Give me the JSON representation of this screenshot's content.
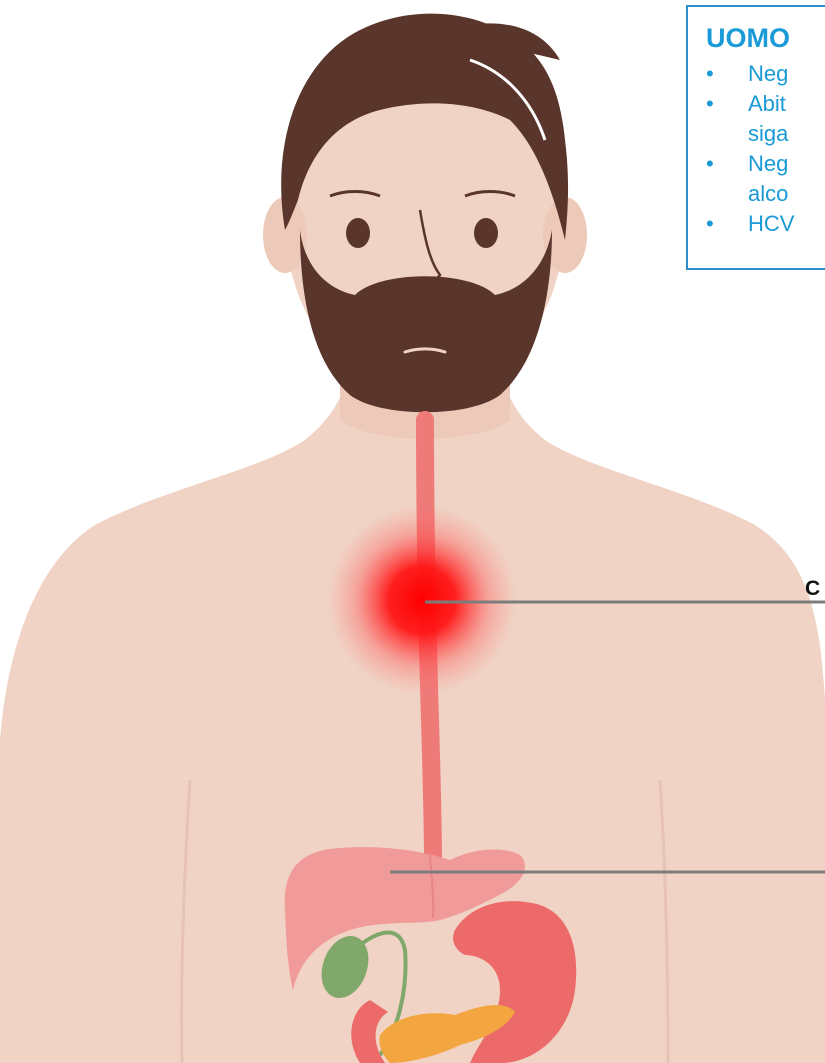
{
  "info_box": {
    "title": "UOMO",
    "items": [
      {
        "lines": [
          "Neg"
        ]
      },
      {
        "lines": [
          "Abit",
          "siga"
        ]
      },
      {
        "lines": [
          "Neg",
          "alco"
        ]
      },
      {
        "lines": [
          "HCV"
        ]
      }
    ],
    "bullet": "•"
  },
  "callouts": {
    "esophagus_label": "C"
  },
  "colors": {
    "skin": "#f0d3c5",
    "skin_shadow": "#e8c2b2",
    "hair": "#5a352b",
    "esophagus": "#ef7b79",
    "liver": "#f19a9a",
    "stomach": "#ec6b6a",
    "gallbladder": "#7fa86a",
    "pancreas": "#f3a540",
    "tumor": "#ff0000",
    "accent_blue": "#1a9ad6",
    "callout_line": "#7c7c7c"
  }
}
